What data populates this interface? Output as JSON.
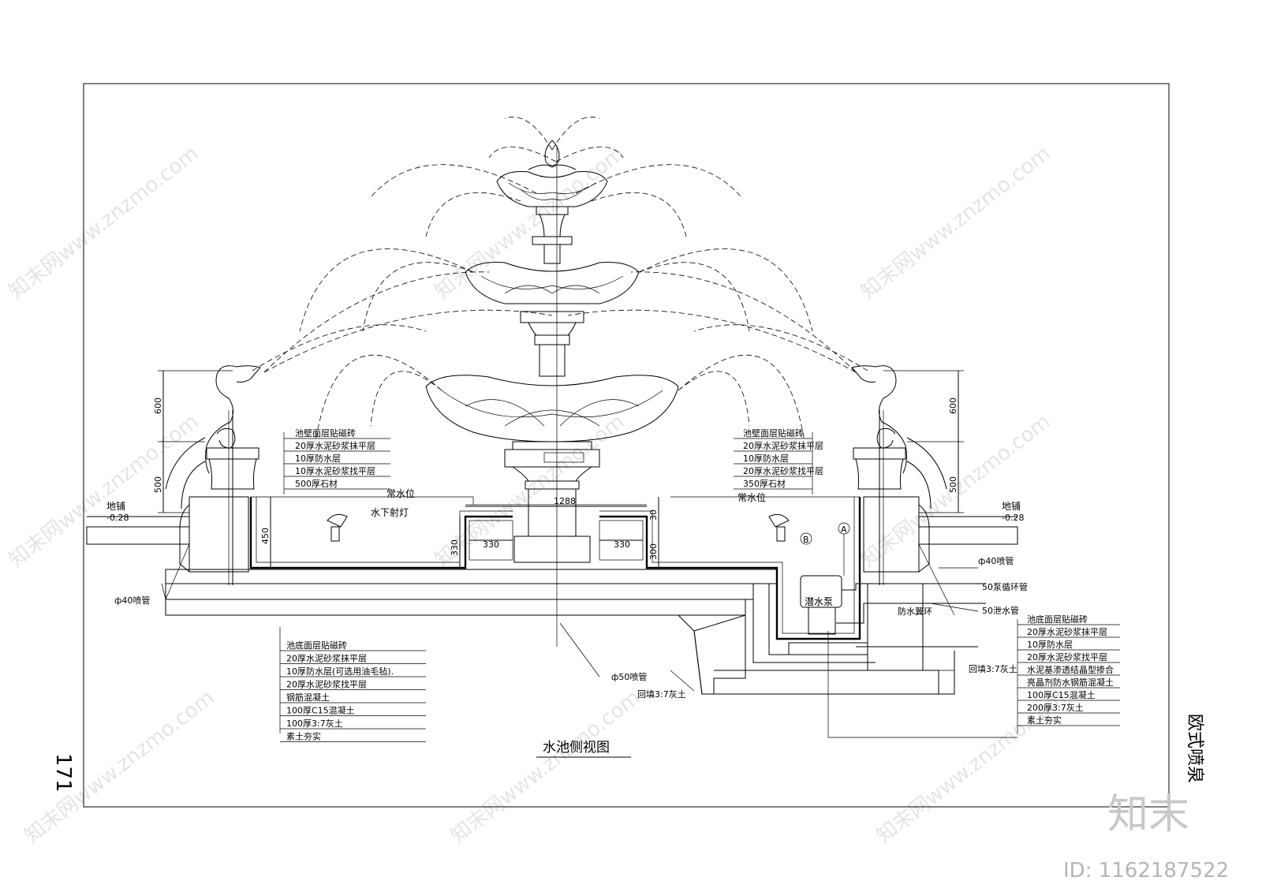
{
  "drawing": {
    "title": "水池侧视图",
    "side_title": "欧式喷泉",
    "page_number": "171",
    "brand": "知末",
    "id_label": "ID: 1162187522",
    "watermark": "知末网www.znzmo.com"
  },
  "dimensions": {
    "left_600": "600",
    "left_500": "500",
    "right_600": "600",
    "right_500": "500",
    "d450": "450",
    "d330_left": "330",
    "d330_h_left": "330",
    "d330_h_right": "330",
    "d300": "300",
    "d30": "30",
    "d1288": "1288",
    "ground_left_value": "-0.28",
    "ground_right_value": "-0.28"
  },
  "labels": {
    "ground_left": "地铺",
    "ground_right": "地铺",
    "water_level_left": "常水位",
    "water_level_right": "常水位",
    "underwater_light": "水下射灯",
    "pipe40_left": "ф40喷管",
    "pipe40_right": "ф40喷管",
    "pipe50": "ф50喷管",
    "backfill_mid": "回填3:7灰土",
    "backfill_right": "回填3:7灰土",
    "pump": "潜水泵",
    "waterproof_ring": "防水翼环",
    "pump_pipe": "50泵循环管",
    "drain_pipe": "50泄水管",
    "marker_a": "A",
    "marker_b": "B"
  },
  "wall_layers_left": [
    "池壁面层贴磁砖",
    "20厚水泥砂浆抹平层",
    "10厚防水层",
    "10厚水泥砂浆找平层",
    "500厚石材"
  ],
  "wall_layers_right": [
    "池壁面层贴磁砖",
    "20厚水泥砂浆抹平层",
    "10厚防水层",
    "20厚水泥砂浆找平层",
    "350厚石材"
  ],
  "bottom_layers_left": [
    "池底面层贴磁砖",
    "20厚水泥砂浆抹平层",
    "10厚防水层(可选用油毛毡).",
    "20厚水泥砂浆找平层",
    "钢筋混凝土",
    "100厚C15混凝土",
    "100厚3:7灰土",
    "素土夯实"
  ],
  "bottom_layers_right": [
    "池底面层贴磁砖",
    "20厚水泥砂浆抹平层",
    "10厚防水层",
    "20厚水泥砂浆找平层",
    "水泥基渗透结晶型掺合",
    "亮晶剂防水钢筋混凝土",
    "100厚C15混凝土",
    "200厚3:7灰土",
    "素土夯实"
  ]
}
